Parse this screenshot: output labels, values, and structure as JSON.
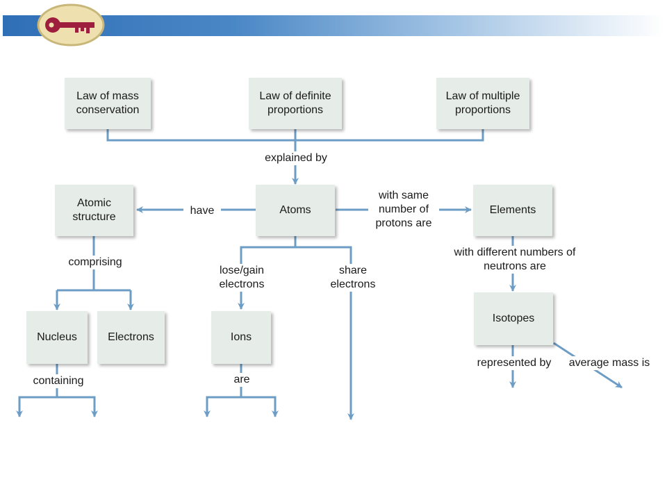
{
  "colors": {
    "connector": "#6d9dc4",
    "box_fill": "#e6ece8",
    "banner": "#2f6fb6",
    "logo_key": "#9e1f3d",
    "logo_oval": "#efe0b0"
  },
  "header": {
    "logo_icon": "key-icon"
  },
  "boxes": {
    "mass_conservation": "Law of mass conservation",
    "definite_proportions": "Law of definite proportions",
    "multiple_proportions": "Law of multiple proportions",
    "atomic_structure": "Atomic structure",
    "atoms": "Atoms",
    "elements": "Elements",
    "nucleus": "Nucleus",
    "electrons": "Electrons",
    "ions": "Ions",
    "isotopes": "Isotopes"
  },
  "labels": {
    "explained_by": "explained by",
    "have": "have",
    "same_protons": "with same number of protons are",
    "comprising": "comprising",
    "lose_gain": "lose/gain electrons",
    "share": "share electrons",
    "different_neutrons": "with different numbers of neutrons are",
    "containing": "containing",
    "are": "are",
    "represented_by": "represented by",
    "average_mass": "average mass is"
  }
}
